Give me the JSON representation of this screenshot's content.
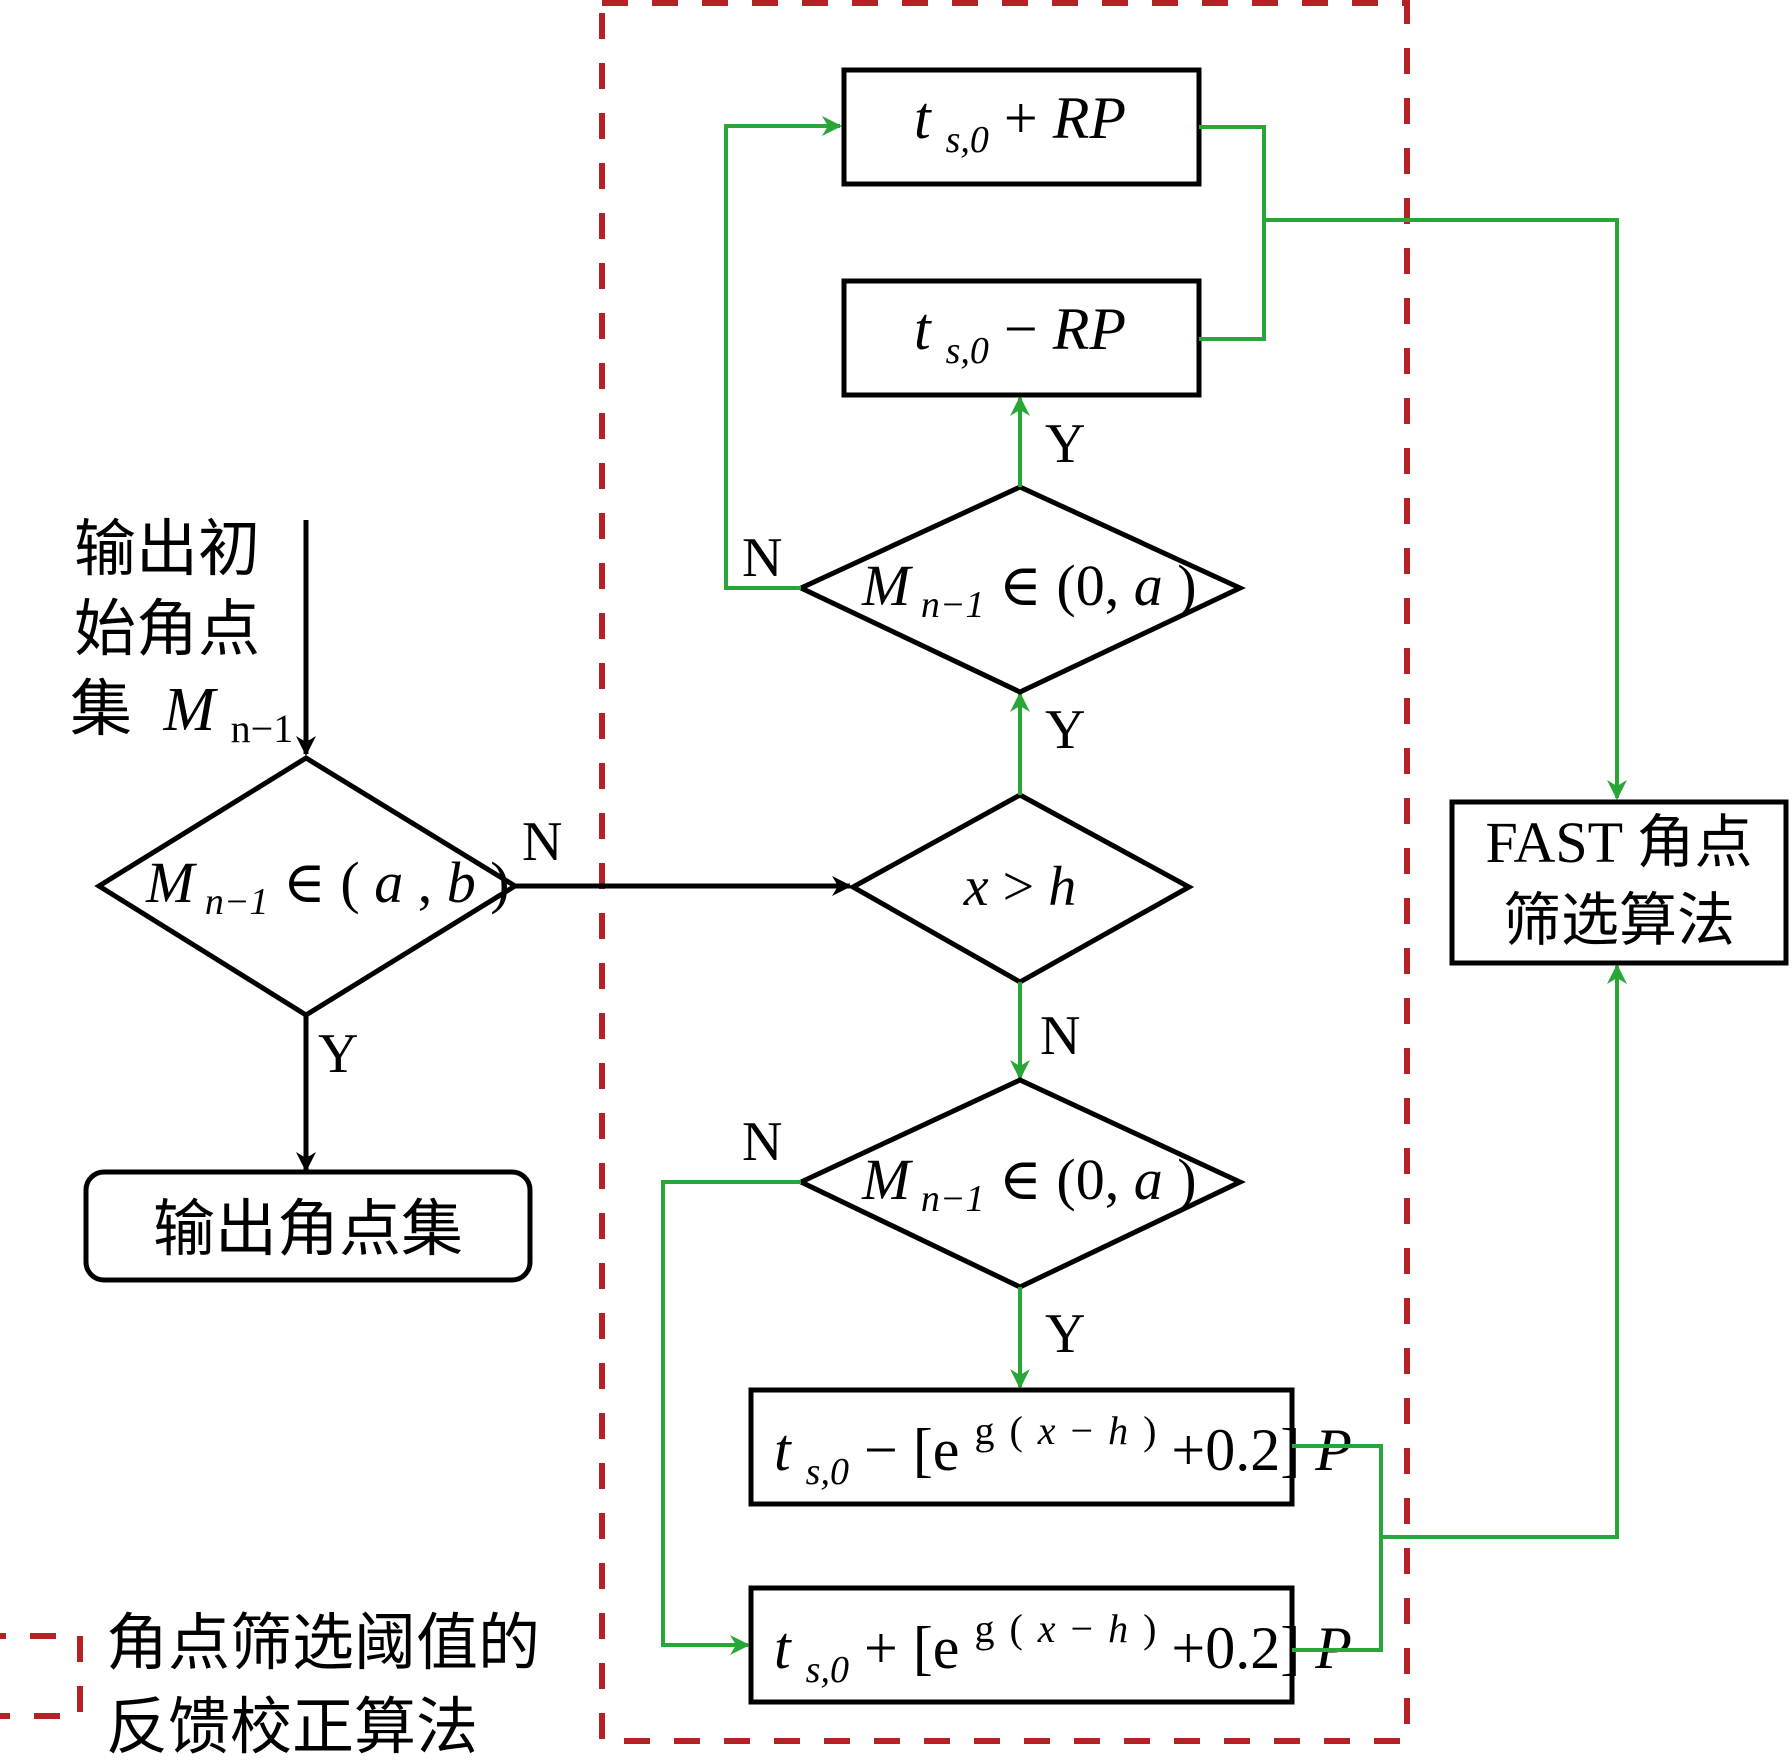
{
  "colors": {
    "flow_black": "#000000",
    "flow_green": "#29a638",
    "dashed_box_red": "#b52125",
    "background": "#ffffff"
  },
  "input_label": {
    "line1": "输出初",
    "line2": "始角点",
    "line3_cjk": "集",
    "line3_var": "M",
    "line3_sub": "n−1"
  },
  "decision_main": {
    "var": "M",
    "sub": "n−1",
    "op": "∈",
    "range_open": "(",
    "a": "a",
    "comma": ", ",
    "b": "b",
    "range_close": ")",
    "yes_label": "Y",
    "no_label": "N"
  },
  "output_box": {
    "label": "输出角点集"
  },
  "decision_xh": {
    "x": "x",
    "op": ">",
    "h": "h",
    "yes_label": "Y",
    "no_label": "N"
  },
  "decision_upper": {
    "var": "M",
    "sub": "n−1",
    "op": "∈",
    "range": "(0, ",
    "a": "a",
    "close": ")",
    "yes_label": "Y",
    "no_label": "N"
  },
  "decision_lower": {
    "var": "M",
    "sub": "n−1",
    "op": "∈",
    "range": "(0, ",
    "a": "a",
    "close": ")",
    "yes_label": "Y",
    "no_label": "N"
  },
  "box_plus_rp": {
    "t": "t",
    "sub": "s,0",
    "op": "+",
    "rp": "RP"
  },
  "box_minus_rp": {
    "t": "t",
    "sub": "s,0",
    "op": "−",
    "rp": "RP"
  },
  "box_minus_exp": {
    "t": "t",
    "sub": "s,0",
    "op": "−",
    "bracket_open": "[e",
    "sup_g": "g",
    "sup_paren_open": "(",
    "sup_x": "x",
    "sup_minus": "−",
    "sup_h": "h",
    "sup_paren_close": ")",
    "rest": "+0.2]",
    "p": "P"
  },
  "box_plus_exp": {
    "t": "t",
    "sub": "s,0",
    "op": "+",
    "bracket_open": "[e",
    "sup_g": "g",
    "sup_paren_open": "(",
    "sup_x": "x",
    "sup_minus": "−",
    "sup_h": "h",
    "sup_paren_close": ")",
    "rest": "+0.2]",
    "p": "P"
  },
  "fast_box": {
    "line1": "FAST 角点",
    "line2": "筛选算法"
  },
  "legend": {
    "line1": "角点筛选阈值的",
    "line2": "反馈校正算法"
  }
}
